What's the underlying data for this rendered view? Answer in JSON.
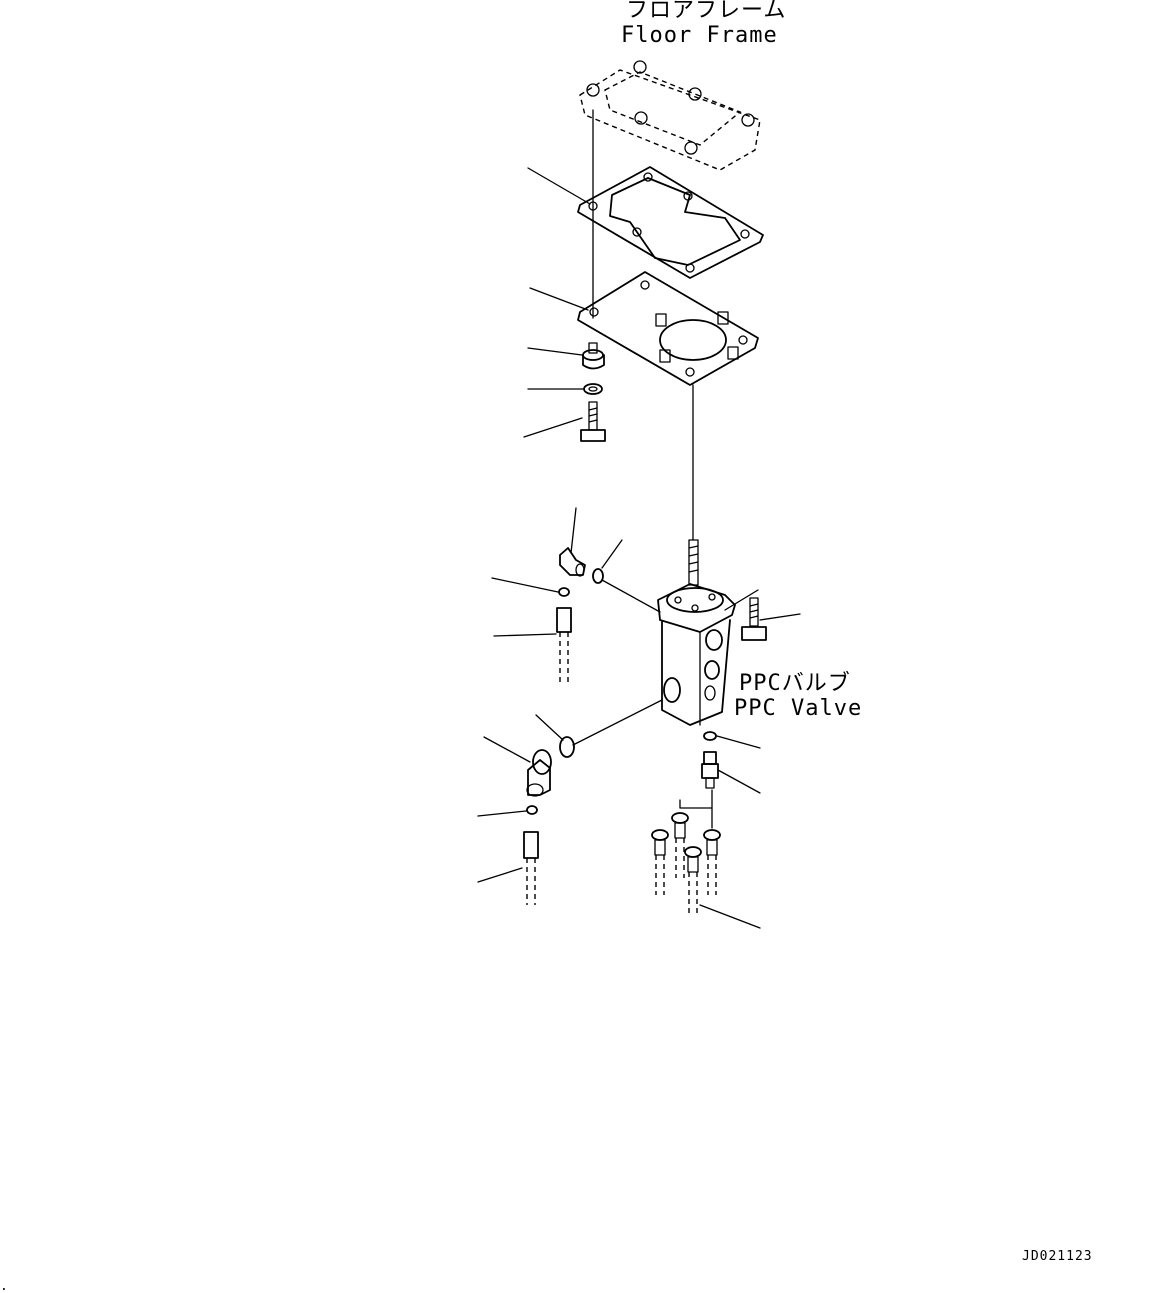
{
  "labels": {
    "floor_frame_jp": "フロアフレーム",
    "floor_frame_en": "Floor Frame",
    "ppc_valve_jp": "PPCバルブ",
    "ppc_valve_en": "PPC Valve",
    "drawing_code": "JD021123"
  }
}
